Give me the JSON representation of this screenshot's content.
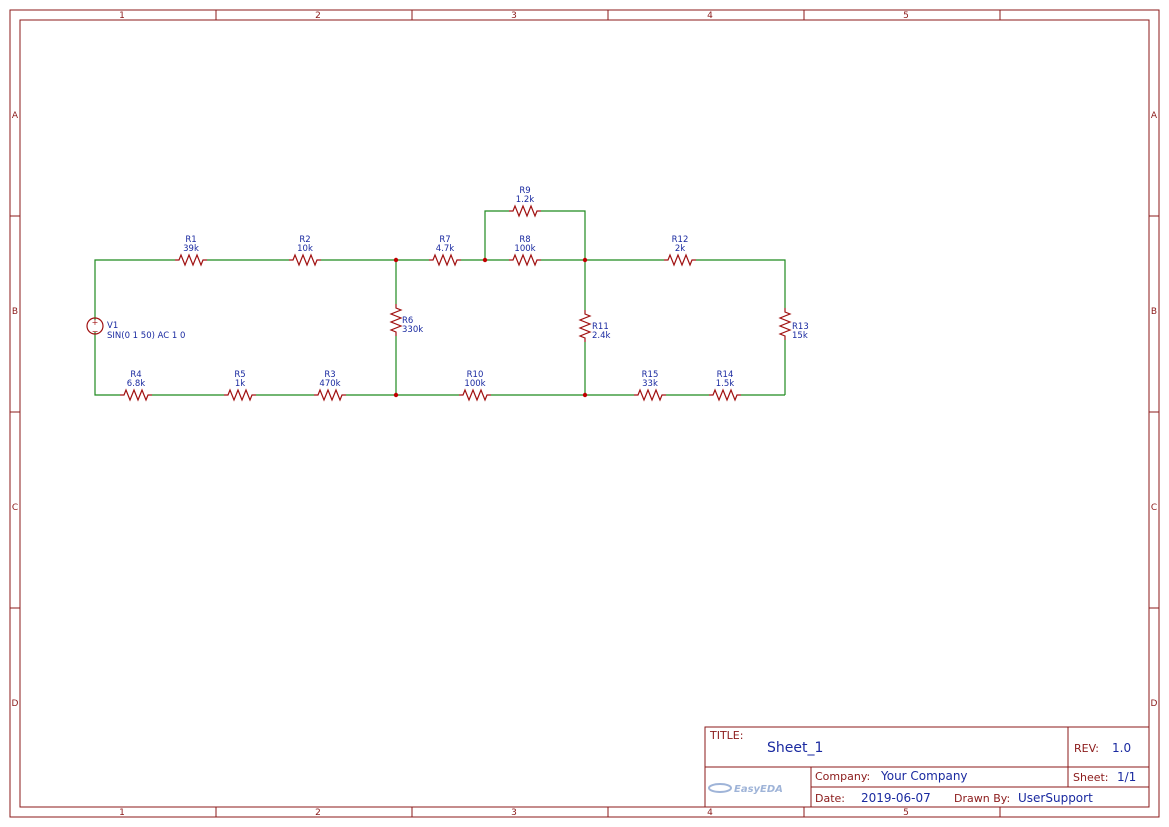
{
  "frame": {
    "columns": [
      "1",
      "2",
      "3",
      "4",
      "5"
    ],
    "rows": [
      "A",
      "B",
      "C",
      "D"
    ]
  },
  "components": {
    "V1": {
      "ref": "V1",
      "value": "SIN(0 1 50) AC 1 0"
    },
    "R1": {
      "ref": "R1",
      "value": "39k"
    },
    "R2": {
      "ref": "R2",
      "value": "10k"
    },
    "R3": {
      "ref": "R3",
      "value": "470k"
    },
    "R4": {
      "ref": "R4",
      "value": "6.8k"
    },
    "R5": {
      "ref": "R5",
      "value": "1k"
    },
    "R6": {
      "ref": "R6",
      "value": "330k"
    },
    "R7": {
      "ref": "R7",
      "value": "4.7k"
    },
    "R8": {
      "ref": "R8",
      "value": "100k"
    },
    "R9": {
      "ref": "R9",
      "value": "1.2k"
    },
    "R10": {
      "ref": "R10",
      "value": "100k"
    },
    "R11": {
      "ref": "R11",
      "value": "2.4k"
    },
    "R12": {
      "ref": "R12",
      "value": "2k"
    },
    "R13": {
      "ref": "R13",
      "value": "15k"
    },
    "R14": {
      "ref": "R14",
      "value": "1.5k"
    },
    "R15": {
      "ref": "R15",
      "value": "33k"
    }
  },
  "title_block": {
    "title_label": "TITLE:",
    "title": "Sheet_1",
    "rev_label": "REV:",
    "rev": "1.0",
    "company_label": "Company:",
    "company": "Your Company",
    "sheet_label": "Sheet:",
    "sheet": "1/1",
    "date_label": "Date:",
    "date": "2019-06-07",
    "drawn_label": "Drawn By:",
    "drawn_by": "UserSupport",
    "logo_text": "EasyEDA"
  },
  "colors": {
    "frame": "#8b1a1a",
    "wire": "#1f8a1f",
    "component": "#a01010",
    "junction": "#c00000",
    "text": "#1a2aa0"
  }
}
